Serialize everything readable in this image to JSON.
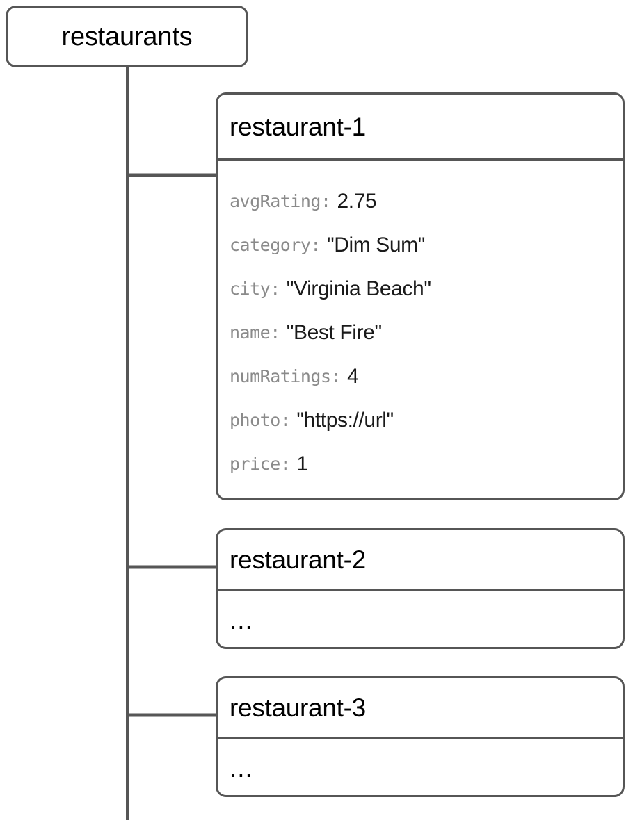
{
  "diagram": {
    "type": "tree",
    "line_color": "#565656",
    "text_color": "#000000",
    "key_color": "#8a8a8a",
    "background": "#ffffff",
    "root": {
      "label": "restaurants"
    },
    "children": [
      {
        "title": "restaurant-1",
        "fields": [
          {
            "key": "avgRating:",
            "value": "2.75"
          },
          {
            "key": "category:",
            "value": "\"Dim Sum\""
          },
          {
            "key": "city:",
            "value": "\"Virginia Beach\""
          },
          {
            "key": "name:",
            "value": "\"Best Fire\""
          },
          {
            "key": "numRatings:",
            "value": "4"
          },
          {
            "key": "photo:",
            "value": "\"https://url\""
          },
          {
            "key": "price:",
            "value": "1"
          }
        ]
      },
      {
        "title": "restaurant-2",
        "body": "..."
      },
      {
        "title": "restaurant-3",
        "body": "..."
      }
    ]
  }
}
